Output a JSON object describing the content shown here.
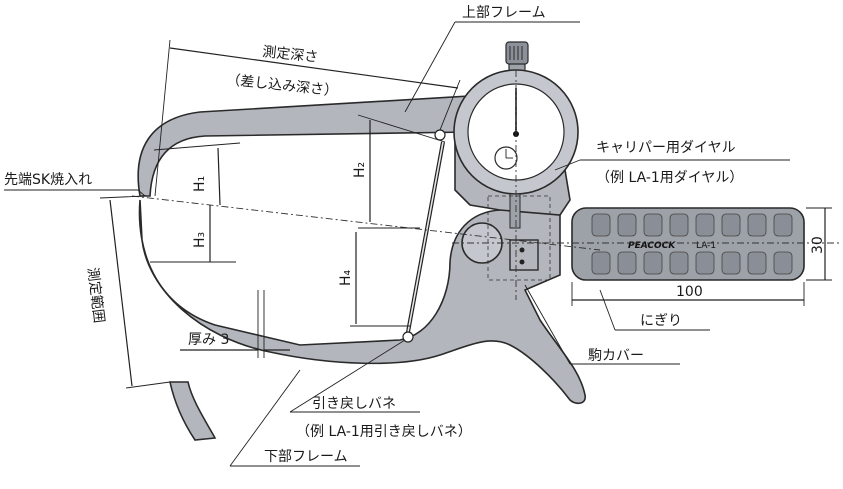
{
  "labels": {
    "upper_frame": "上部フレーム",
    "measure_depth": "測定深さ",
    "insert_depth": "（差し込み深さ）",
    "caliper_dial": "キャリパー用ダイヤル",
    "caliper_dial_example": "（例 LA-1用ダイヤル）",
    "tip_sk": "先端SK焼入れ",
    "measure_range": "測定範囲",
    "thickness": "厚み 3",
    "grip": "にぎり",
    "piece_cover": "駒カバー",
    "return_spring": "引き戻しバネ",
    "return_spring_example": "（例 LA-1用引き戻しバネ）",
    "lower_frame": "下部フレーム",
    "h1": "H₁",
    "h2": "H₂",
    "h3": "H₃",
    "h4": "H₄",
    "dim_100": "100",
    "dim_30": "30",
    "brand": "PEACOCK",
    "model": "LA-1"
  },
  "colors": {
    "frame_fill": "#b3b6bd",
    "outline": "#2a2a2a",
    "background": "#ffffff"
  }
}
